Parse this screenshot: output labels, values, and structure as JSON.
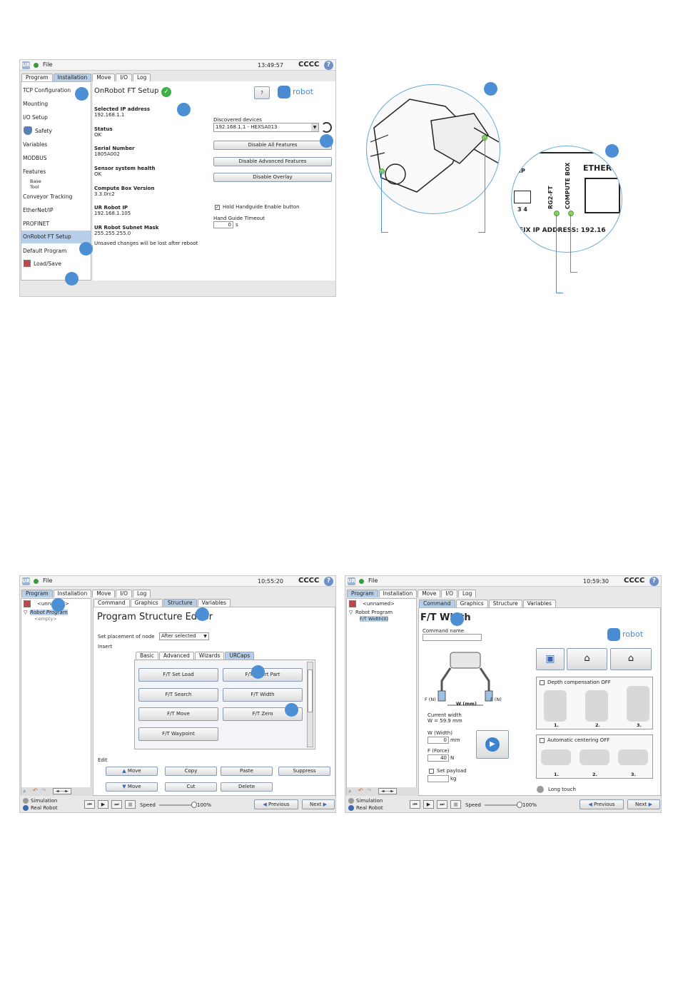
{
  "common": {
    "file_label": "File",
    "ur_logo": "UR",
    "robot_name": "CCCC",
    "help_icon": "?",
    "tabs": [
      "Program",
      "Installation",
      "Move",
      "I/O",
      "Log"
    ]
  },
  "screen1": {
    "time": "13:49:57",
    "sidebar": [
      "TCP Configuration",
      "Mounting",
      "I/O Setup",
      "Safety",
      "Variables",
      "MODBUS",
      "Features",
      "Base",
      "Tool",
      "Conveyor Tracking",
      "EtherNet/IP",
      "PROFINET",
      "OnRobot FT Setup",
      "Default Program",
      "Load/Save"
    ],
    "title": "OnRobot FT Setup",
    "selected_ip_label": "Selected IP address",
    "selected_ip": "192.168.1.1",
    "status_label": "Status",
    "status": "OK",
    "serial_label": "Serial Number",
    "serial": "1805A002",
    "health_label": "Sensor system health",
    "health": "OK",
    "cb_version_label": "Compute Box Version",
    "cb_version": "3.3.0rc2",
    "ur_ip_label": "UR Robot IP",
    "ur_ip": "192.168.1.105",
    "mask_label": "UR Robot Subnet Mask",
    "mask": "255.255.255.0",
    "unsaved": "Unsaved changes will be lost after reboot",
    "help_btn": "?",
    "logo": "robot",
    "discovered_label": "Discovered devices",
    "discovered_value": "192.168.1.1 - HEXSA013",
    "btn_disable_all": "Disable All Features",
    "btn_disable_adv": "Disable Advanced Features",
    "btn_disable_overlay": "Disable Overlay",
    "hold_label": "Hold Handguide Enable button",
    "timeout_label": "Hand Guide Timeout",
    "timeout_value": "0",
    "timeout_unit": "s"
  },
  "photo": {
    "labels": [
      "RG2-FT",
      "COMPUTE BOX",
      "ETHER",
      "IP",
      "3 4",
      "FIX IP ADDRESS: 192.16"
    ]
  },
  "screen2": {
    "time": "10:55:20",
    "tree_root": "Robot Program",
    "tree_child": "<empty>",
    "file_name": "<unnamed>",
    "subtabs": [
      "Command",
      "Graphics",
      "Structure",
      "Variables"
    ],
    "title": "Program Structure Editor",
    "placement_label": "Set placement of node",
    "placement_value": "After selected",
    "insert_label": "Insert",
    "insert_tabs": [
      "Basic",
      "Advanced",
      "Wizards",
      "URCaps"
    ],
    "buttons": [
      "F/T Set Load",
      "F/T Insert Part",
      "F/T Search",
      "F/T Width",
      "F/T Move",
      "F/T Zero",
      "F/T Waypoint"
    ],
    "edit_label": "Edit",
    "edit_buttons": [
      "Move",
      "Copy",
      "Paste",
      "Suppress",
      "Move",
      "Cut",
      "Delete"
    ],
    "simulation": "Simulation",
    "real_robot": "Real Robot",
    "speed_label": "Speed",
    "speed_value": "100%",
    "previous": "Previous",
    "next": "Next"
  },
  "screen3": {
    "time": "10:59:30",
    "tree_root": "Robot Program",
    "tree_child": "F/T Width(0)",
    "file_name": "<unnamed>",
    "subtabs": [
      "Command",
      "Graphics",
      "Structure",
      "Variables"
    ],
    "title": "F/T Width",
    "command_name_label": "Command name",
    "logo": "robot",
    "f_left": "F (N)",
    "f_right": "F (N)",
    "w_mm": "W (mm)",
    "current_width_label": "Current width",
    "current_width_value": "W = 59.9 mm",
    "w_label": "W (Width)",
    "w_value": "0",
    "w_unit": "mm",
    "f_label": "F (Force)",
    "f_value": "40",
    "f_unit": "N",
    "payload_label": "Set payload",
    "payload_unit": "kg",
    "depth_label": "Depth compensation OFF",
    "centering_label": "Automatic centering OFF",
    "steps": [
      "1.",
      "2.",
      "3."
    ],
    "long_touch": "Long touch",
    "simulation": "Simulation",
    "real_robot": "Real Robot",
    "speed_label": "Speed",
    "speed_value": "100%",
    "previous": "Previous",
    "next": "Next"
  }
}
